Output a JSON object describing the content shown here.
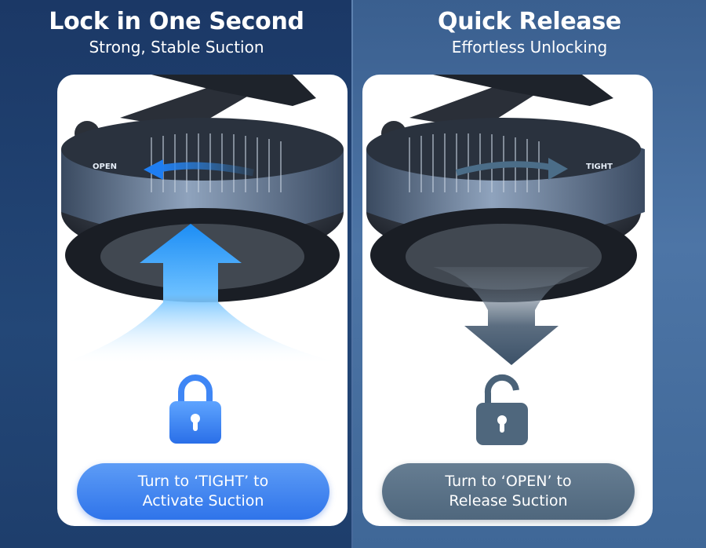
{
  "left_panel": {
    "title": "Lock in One Second",
    "subtitle": "Strong, Stable Suction",
    "dial_label": "OPEN",
    "button_line1": "Turn to ‘TIGHT’ to",
    "button_line2": "Activate Suction",
    "lock_state": "locked",
    "accent_color": "#2f74ea"
  },
  "right_panel": {
    "title": "Quick Release",
    "subtitle": "Effortless Unlocking",
    "dial_label": "TIGHT",
    "button_line1": "Turn to ‘OPEN’ to",
    "button_line2": "Release Suction",
    "lock_state": "unlocked",
    "accent_color": "#4f677d"
  }
}
